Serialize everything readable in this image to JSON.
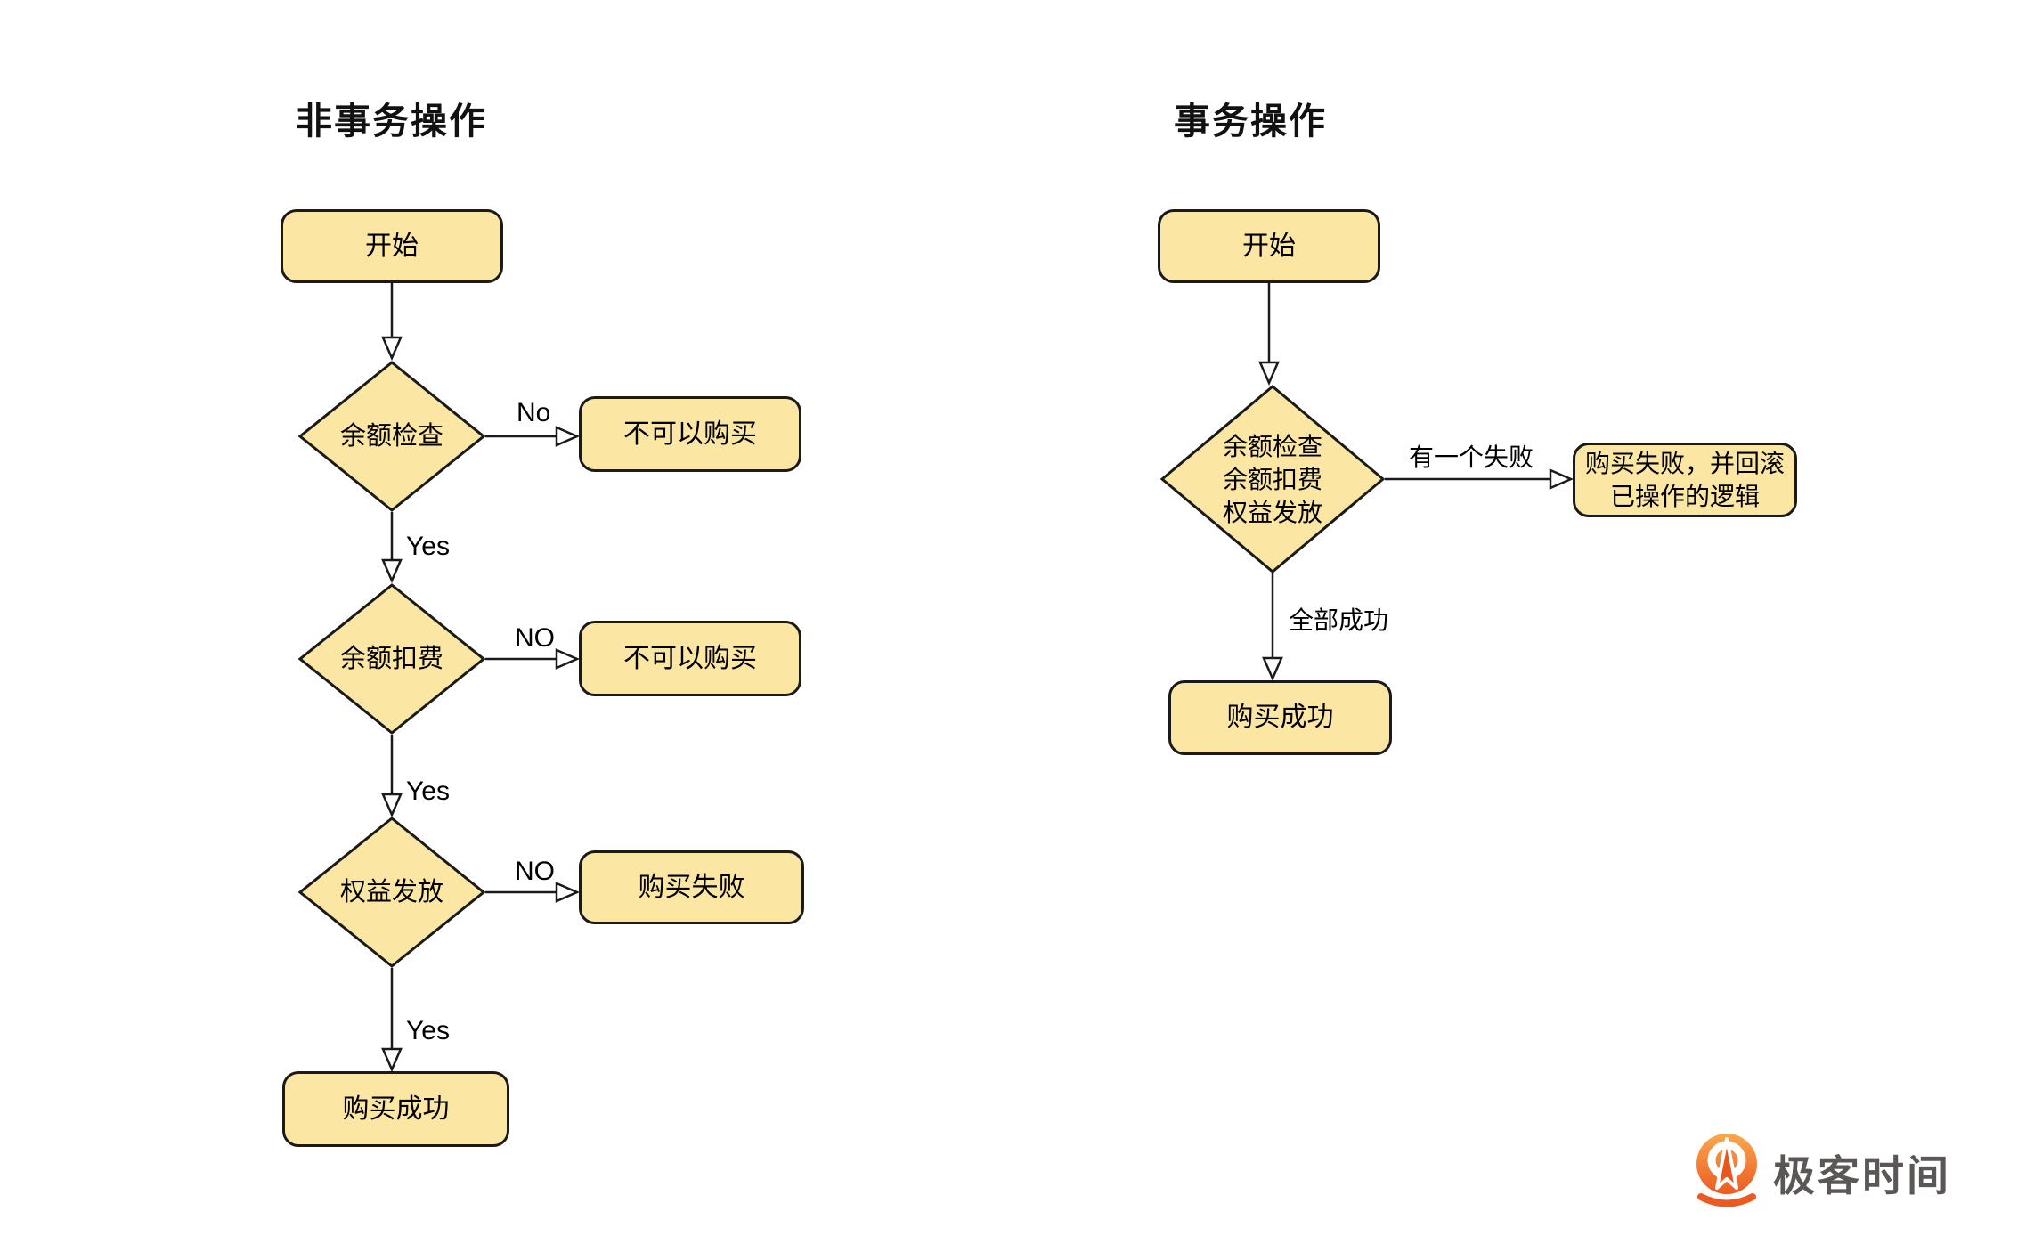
{
  "titles": {
    "left": "非事务操作",
    "right": "事务操作"
  },
  "colors": {
    "shape_fill": "#FBE7A3",
    "shape_stroke": "#1A1A1A",
    "logo_orange": "#EC5A21",
    "logo_orange_light": "#F9A84F",
    "logo_text_color": "#5B5757"
  },
  "left_flow": {
    "start": "开始",
    "check_balance": "余额检查",
    "deduct_balance": "余额扣费",
    "grant_rights": "权益发放",
    "cannot_buy_1": "不可以购买",
    "cannot_buy_2": "不可以购买",
    "buy_fail": "购买失败",
    "buy_success": "购买成功",
    "edge_no_1": "No",
    "edge_yes_1": "Yes",
    "edge_no_2": "NO",
    "edge_yes_2": "Yes",
    "edge_no_3": "NO",
    "edge_yes_3": "Yes"
  },
  "right_flow": {
    "start": "开始",
    "decision_lines": {
      "l1": "余额检查",
      "l2": "余额扣费",
      "l3": "权益发放"
    },
    "edge_fail": "有一个失败",
    "edge_success": "全部成功",
    "rollback": {
      "l1": "购买失败，并回滚",
      "l2": "已操作的逻辑"
    },
    "buy_success": "购买成功"
  },
  "logo": {
    "text": "极客时间"
  }
}
